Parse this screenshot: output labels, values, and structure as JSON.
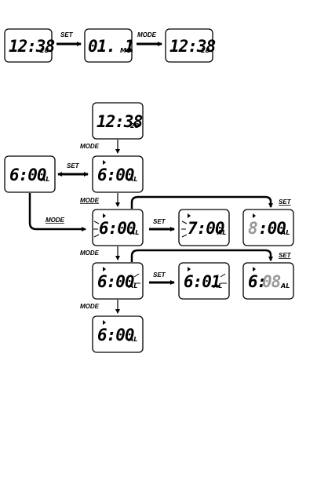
{
  "labels": {
    "set": "SET",
    "mode": "MODE"
  },
  "displays": {
    "time": {
      "main": "12:38",
      "sub": "28"
    },
    "date": {
      "main": "01. 1",
      "sub": "MO"
    },
    "time_b": {
      "main": "12:38",
      "sub": "28"
    },
    "time_c": {
      "main": "12:38",
      "sub": "28"
    },
    "alarm_side": {
      "main": "6:00",
      "sub": "AL"
    },
    "alarm": {
      "main": "6:00",
      "sub": "AL"
    },
    "alarm_hour_edit": {
      "main": "6:00",
      "sub": "AL"
    },
    "alarm_hour_next": {
      "main": "7:00",
      "sub": "AL"
    },
    "alarm_hour_set": {
      "main": "8:00",
      "sub": "AL",
      "set_part": "8"
    },
    "alarm_min_edit": {
      "main": "6:00",
      "sub": "AL"
    },
    "alarm_min_next": {
      "main": "6:01",
      "sub": "AL"
    },
    "alarm_min_set": {
      "main": "6:08",
      "sub": "AL",
      "set_part": "08"
    },
    "alarm_final": {
      "main": "6:00",
      "sub": "AL"
    }
  }
}
